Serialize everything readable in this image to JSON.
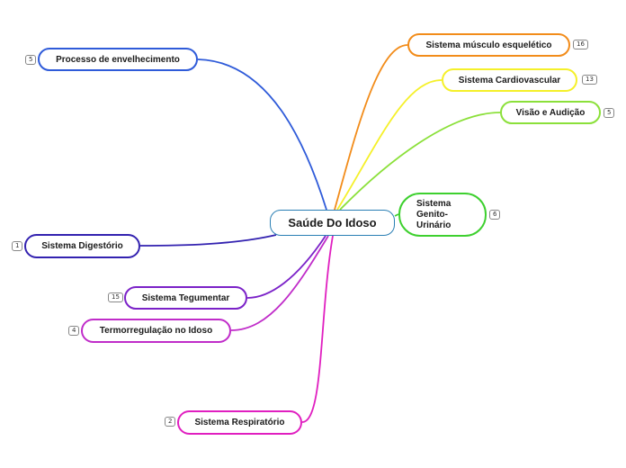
{
  "center": {
    "label": "Saúde Do Idoso",
    "color": "#2a7fb4"
  },
  "topics": [
    {
      "label": "Processo de envelhecimento",
      "count": "5",
      "color": "#2f5bd9"
    },
    {
      "label": "Sistema músculo esquelético",
      "count": "16",
      "color": "#f28c1a"
    },
    {
      "label": "Sistema Cardiovascular",
      "count": "13",
      "color": "#f5f02a"
    },
    {
      "label": "Visão e Audição",
      "count": "5",
      "color": "#8be03a"
    },
    {
      "label": "Sistema Genito-Urinário",
      "count": "6",
      "color": "#3ed02f"
    },
    {
      "label": "Sistema Digestório",
      "count": "1",
      "color": "#3322b0"
    },
    {
      "label": "Sistema Tegumentar",
      "count": "15",
      "color": "#7b22c8"
    },
    {
      "label": "Termorregulação no Idoso",
      "count": "4",
      "color": "#c02cc9"
    },
    {
      "label": "Sistema Respiratório",
      "count": "2",
      "color": "#e01fc0"
    }
  ]
}
